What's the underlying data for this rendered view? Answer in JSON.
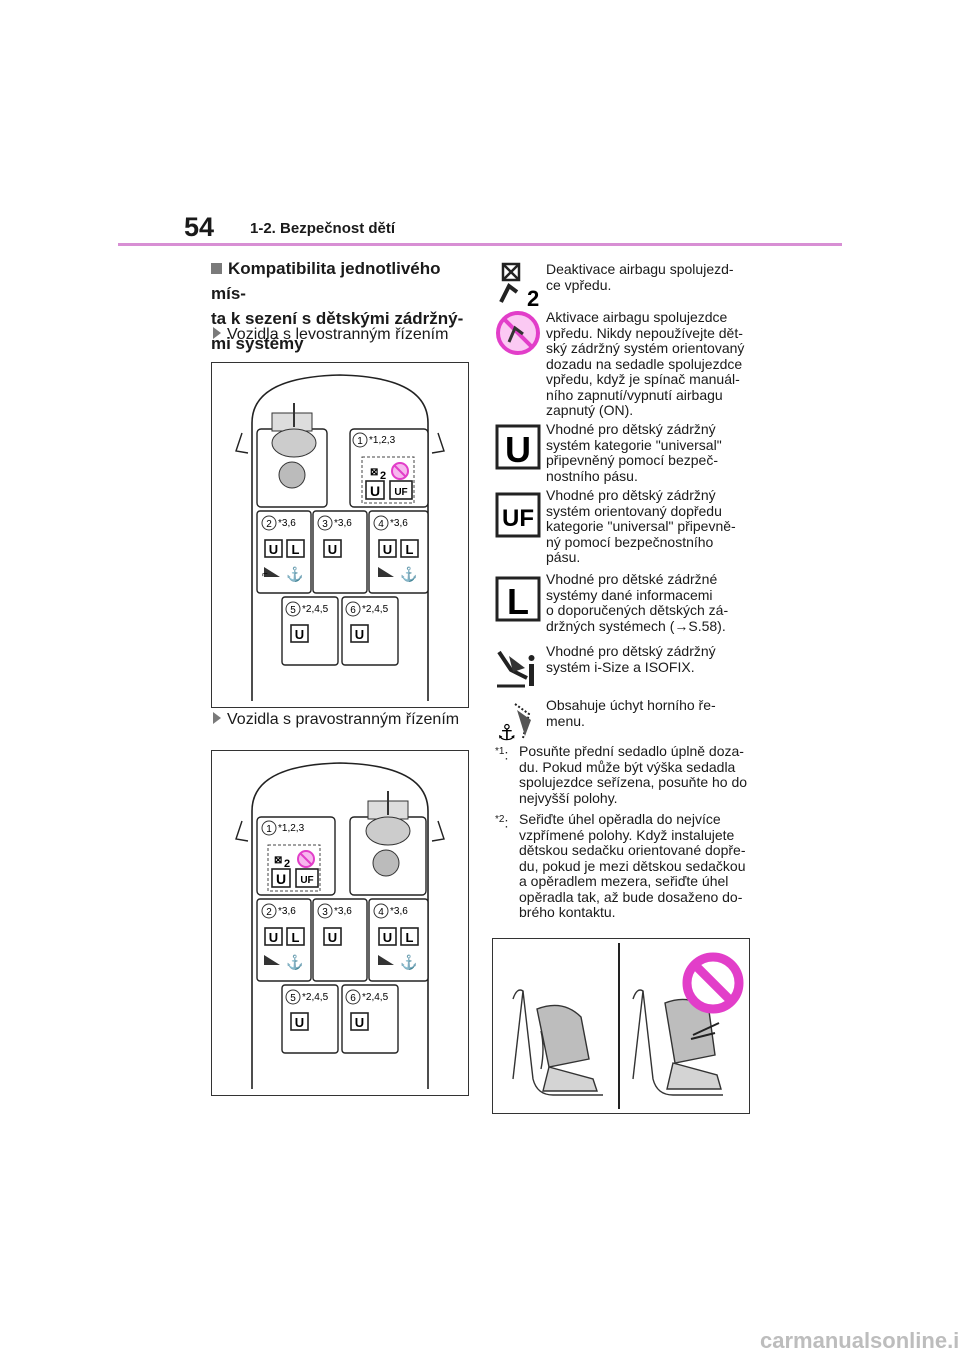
{
  "header": {
    "page_number": "54",
    "section": "1-2. Bezpečnost dětí"
  },
  "heading": {
    "line1": "Kompatibilita jednotlivého mís-",
    "line2": "ta k sezení s dětskými zádržný-",
    "line3": "mi systémy"
  },
  "subsections": {
    "left_hand": "Vozidla s levostranným řízením",
    "right_hand": "Vozidla s pravostranným řízením"
  },
  "seat_labels": {
    "seat1": "1",
    "seat2": "2",
    "seat3": "3",
    "seat4": "4",
    "seat5": "5",
    "seat6": "6",
    "note1": "*1,2,3",
    "note36": "*3,6",
    "note245": "*2,4,5",
    "u": "U",
    "l": "L",
    "uf": "UF",
    "two": "2"
  },
  "legend": [
    {
      "icon": "airbag-off-icon",
      "text": "Deaktivace airbagu spolujezd-\nce vpředu."
    },
    {
      "icon": "airbag-on-prohibited-icon",
      "text": "Aktivace airbagu spolujezdce\nvpředu. Nikdy nepoužívejte dět-\nský zádržný systém orientovaný\ndozadu na sedadle spolujezdce\nvpředu, když je spínač manuál-\nního zapnutí/vypnutí airbagu\nzapnutý (ON)."
    },
    {
      "icon": "u-icon",
      "glyph": "U",
      "text": "Vhodné pro dětský zádržný\nsystém kategorie \"universal\"\npřipevněný pomocí bezpeč-\nnostního pásu."
    },
    {
      "icon": "uf-icon",
      "glyph": "UF",
      "text": "Vhodné pro dětský zádržný\nsystém orientovaný dopředu\nkategorie \"universal\" připevně-\nný pomocí bezpečnostního\npásu."
    },
    {
      "icon": "l-icon",
      "glyph": "L",
      "text": "Vhodné pro dětské zádržné\nsystémy dané informacemi\no doporučených dětských zá-\ndržných systémech (→S.58)."
    },
    {
      "icon": "isofix-icon",
      "text": "Vhodné pro dětský zádržný\nsystém i-Size a ISOFIX."
    },
    {
      "icon": "top-tether-icon",
      "text": "Obsahuje úchyt horního ře-\nmenu."
    }
  ],
  "notes": [
    {
      "mark": "*1",
      "text": "Posuňte přední sedadlo úplně doza-\ndu. Pokud může být výška sedadla\nspolujezdce seřízena, posuňte ho do\nnejvyšší polohy."
    },
    {
      "mark": "*2",
      "text": "Seřiďte úhel opěradla do nejvíce\nvzpřímené polohy. Když instalujete\ndětskou sedačku orientované dopře-\ndu, pokud je mezi dětskou sedačkou\na opěradlem mezera, seřiďte úhel\nopěradla tak, až bude dosaženo do-\nbrého kontaktu."
    }
  ],
  "colors": {
    "accent_magenta": "#e23ec9",
    "rule_pink": "#d88fd4",
    "line": "#222222",
    "seat_gray": "#c8c8c8"
  },
  "watermark": "carmanualsonline.info"
}
